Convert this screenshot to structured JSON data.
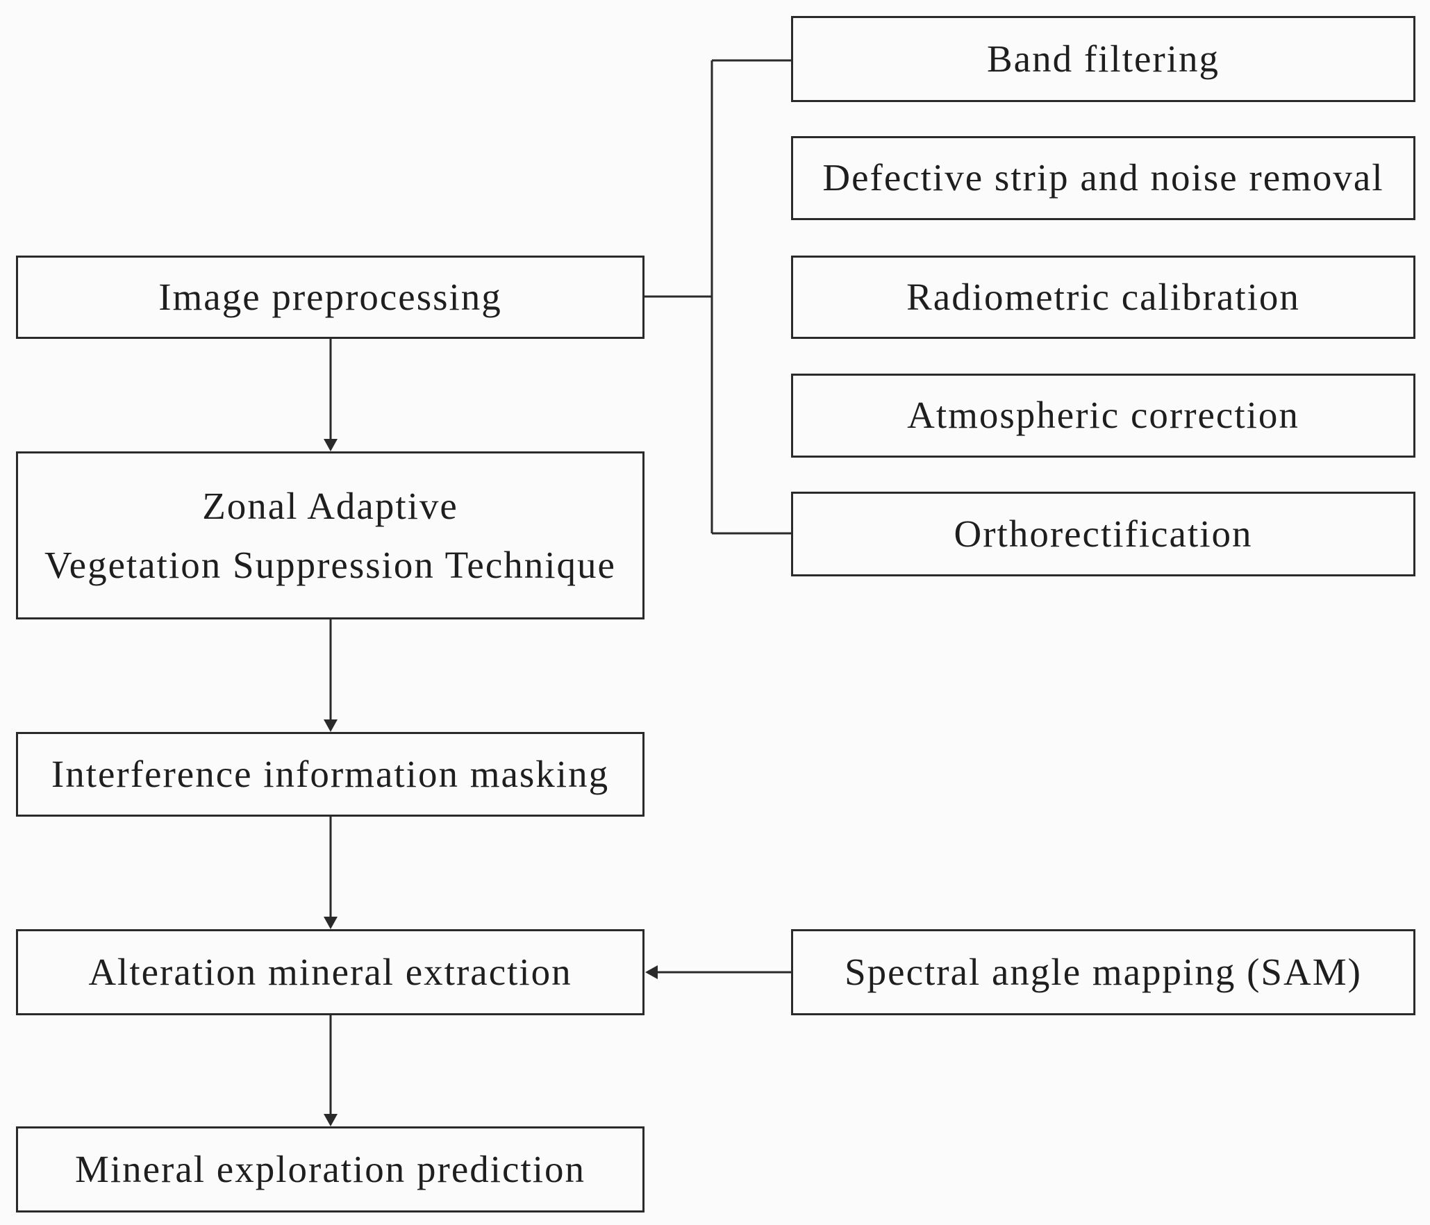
{
  "main_flow": {
    "image_preprocessing": "Image preprocessing",
    "zonal_line1": "Zonal Adaptive",
    "zonal_line2": "Vegetation Suppression Technique",
    "interference_masking": "Interference information masking",
    "alteration_extraction": "Alteration mineral extraction",
    "exploration_prediction": "Mineral exploration prediction"
  },
  "preprocessing_steps": {
    "band_filtering": "Band filtering",
    "strip_noise_removal": "Defective strip and noise removal",
    "radiometric_calibration": "Radiometric calibration",
    "atmospheric_correction": "Atmospheric correction",
    "orthorectification": "Orthorectification"
  },
  "method": {
    "sam": "Spectral angle mapping (SAM)"
  }
}
